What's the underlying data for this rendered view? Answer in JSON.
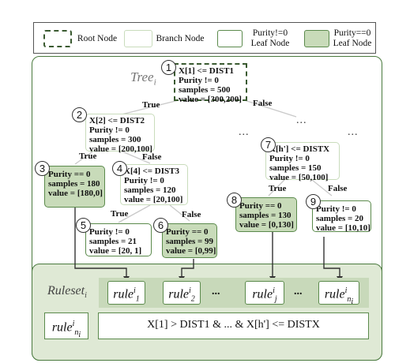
{
  "legend": {
    "root": "Root Node",
    "branch": "Branch Node",
    "leaf_impure": [
      "Purity!=0",
      "Leaf Node"
    ],
    "leaf_pure": [
      "Purity==0",
      "Leaf Node"
    ]
  },
  "tree_label": "Tree",
  "tree_sub": "i",
  "nodes": {
    "n1": {
      "id": "1",
      "lines": [
        "X[1] <= DIST1",
        "Purity != 0",
        "samples = 500",
        "value = [300,200]"
      ]
    },
    "n2": {
      "id": "2",
      "lines": [
        "X[2] <= DIST2",
        "Purity != 0",
        "samples = 300",
        "value = [200,100]"
      ]
    },
    "n3": {
      "id": "3",
      "lines": [
        "Purity == 0",
        "samples = 180",
        "value = [180,0]"
      ]
    },
    "n4": {
      "id": "4",
      "lines": [
        "X[4] <= DIST3",
        "Purity != 0",
        "samples = 120",
        "value = [20,100]"
      ]
    },
    "n5": {
      "id": "5",
      "lines": [
        "Purity != 0",
        "samples = 21",
        "value = [20, 1]"
      ]
    },
    "n6": {
      "id": "6",
      "lines": [
        "Purity == 0",
        "samples = 99",
        "value = [0,99]"
      ]
    },
    "n7": {
      "id": "7",
      "lines": [
        "X[h'] <= DISTX",
        "Purity != 0",
        "samples = 150",
        "value = [50,100]"
      ]
    },
    "n8": {
      "id": "8",
      "lines": [
        "Purity == 0",
        "samples = 130",
        "value = [0,130]"
      ]
    },
    "n9": {
      "id": "9",
      "lines": [
        "Purity != 0",
        "samples = 20",
        "value = [10,10]"
      ]
    }
  },
  "edges": {
    "true": "True",
    "false": "False",
    "ellipsis": "..."
  },
  "ruleset": {
    "label": "Ruleset",
    "label_sub": "i",
    "rule_word": "rule",
    "rules": [
      {
        "sup": "i",
        "sub": "1"
      },
      {
        "sup": "i",
        "sub": "2"
      },
      {
        "sup": "i",
        "sub": "j"
      },
      {
        "sup": "i",
        "sub": "n"
      }
    ],
    "rules_last_sub_sub": "i",
    "dots": "...",
    "single_rule": {
      "sup": "i",
      "sub": "n",
      "sub_sub": "i"
    },
    "condition": "X[1] > DIST1 & ... & X[h'] <= DISTX"
  }
}
